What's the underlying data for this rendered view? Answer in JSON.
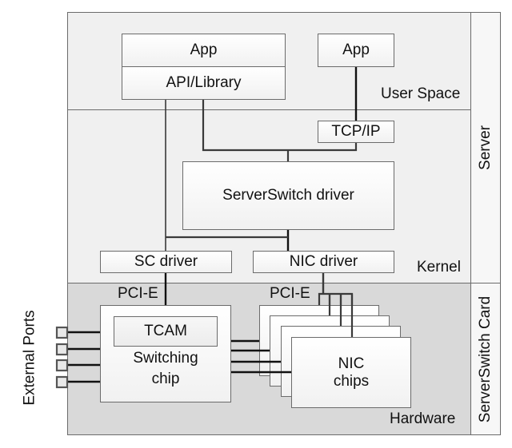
{
  "diagram": {
    "regions": {
      "user_space": "User Space",
      "kernel": "Kernel",
      "hardware": "Hardware"
    },
    "side_labels": {
      "server": "Server",
      "serverswitch_card": "ServerSwitch Card",
      "external_ports": "External Ports"
    },
    "boxes": {
      "app_left": "App",
      "api_library": "API/Library",
      "app_right": "App",
      "tcp_ip": "TCP/IP",
      "serverswitch_driver": "ServerSwitch driver",
      "sc_driver": "SC driver",
      "nic_driver": "NIC driver",
      "tcam": "TCAM",
      "switching_chip_line1": "Switching",
      "switching_chip_line2": "chip",
      "nic_chips_line1": "NIC",
      "nic_chips_line2": "chips"
    },
    "bus_labels": {
      "pcie_left": "PCI-E",
      "pcie_right": "PCI-E"
    },
    "counts": {
      "external_ports": 4,
      "nic_chip_stack": 4
    },
    "colors": {
      "user_kernel_bg": "#f0f0f0",
      "hardware_bg": "#d9d9d9",
      "side_column_bg": "#f7f7f7",
      "border": "#6b6b6b",
      "wire": "#222222"
    }
  }
}
